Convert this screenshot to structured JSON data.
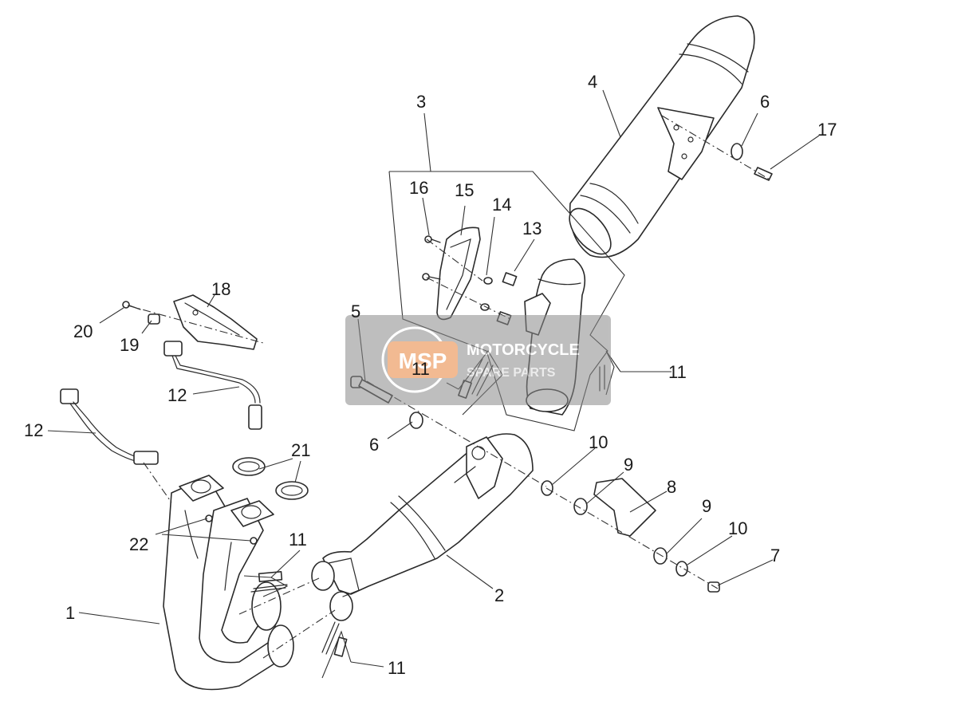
{
  "callouts": [
    {
      "id": "c1",
      "text": "1"
    },
    {
      "id": "c2",
      "text": "2"
    },
    {
      "id": "c3",
      "text": "3"
    },
    {
      "id": "c4",
      "text": "4"
    },
    {
      "id": "c5",
      "text": "5"
    },
    {
      "id": "c6a",
      "text": "6"
    },
    {
      "id": "c6b",
      "text": "6"
    },
    {
      "id": "c7",
      "text": "7"
    },
    {
      "id": "c8",
      "text": "8"
    },
    {
      "id": "c9a",
      "text": "9"
    },
    {
      "id": "c9b",
      "text": "9"
    },
    {
      "id": "c10a",
      "text": "10"
    },
    {
      "id": "c10b",
      "text": "10"
    },
    {
      "id": "c11a",
      "text": "11"
    },
    {
      "id": "c11b",
      "text": "11"
    },
    {
      "id": "c11c",
      "text": "11"
    },
    {
      "id": "c11d",
      "text": "11"
    },
    {
      "id": "c12a",
      "text": "12"
    },
    {
      "id": "c12b",
      "text": "12"
    },
    {
      "id": "c13",
      "text": "13"
    },
    {
      "id": "c14",
      "text": "14"
    },
    {
      "id": "c15",
      "text": "15"
    },
    {
      "id": "c16",
      "text": "16"
    },
    {
      "id": "c17",
      "text": "17"
    },
    {
      "id": "c18",
      "text": "18"
    },
    {
      "id": "c19",
      "text": "19"
    },
    {
      "id": "c20",
      "text": "20"
    },
    {
      "id": "c21",
      "text": "21"
    },
    {
      "id": "c22",
      "text": "22"
    }
  ],
  "watermark": {
    "logo": "MSP",
    "line1": "MOTORCYCLE",
    "line2": "SPARE PARTS"
  },
  "colors": {
    "watermark_orange": "#e8823a",
    "watermark_bg": "#8a8a8a"
  }
}
